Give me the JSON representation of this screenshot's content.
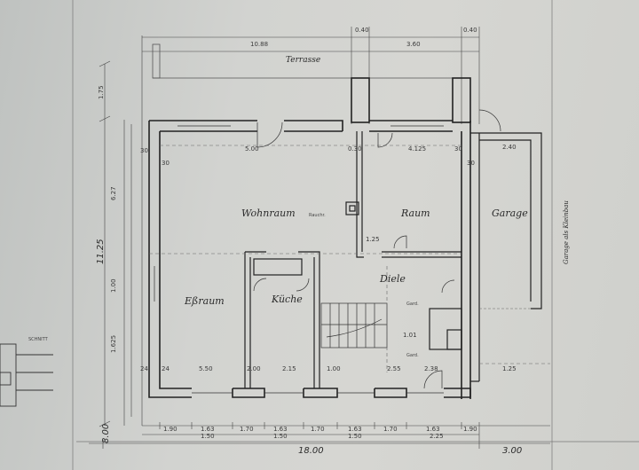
{
  "rooms": {
    "terrasse": "Terrasse",
    "wohnraum": "Wohnraum",
    "raum": "Raum",
    "garage": "Garage",
    "essraum": "Eßraum",
    "kueche": "Küche",
    "diele": "Diele"
  },
  "annotations": {
    "kamin": "Rauchr.",
    "garderobe": "Gard.",
    "garage_note": "Garage als Kleinbau",
    "schnitt": "SCHNITT"
  },
  "dimensions": {
    "total_width": "18.00",
    "garage_width": "3.00",
    "left_bottom": "8.00",
    "total_height": "11.25",
    "upper_height": "1.75",
    "bottom_row": [
      "1.90",
      "1.63",
      "1.70",
      "1.63",
      "1.70",
      "1.63",
      "1.70",
      "1.63",
      "1.90"
    ],
    "bottom_sub": [
      "1.50",
      "1.50",
      "1.50",
      "2.25"
    ],
    "top_row": [
      "10.88",
      "0.40",
      "3.60",
      "0.40"
    ],
    "mid_row": [
      "5.00",
      "0.30",
      "4.125",
      "2.40"
    ],
    "lower_row": [
      "5.50",
      "2.00",
      "2.15",
      "1.00",
      "2.55",
      "2.38"
    ],
    "small": [
      "30",
      "30",
      "24",
      "24",
      "30",
      "30",
      "1.25",
      "1.01",
      "1.25"
    ],
    "left_vertical": [
      "6.27",
      "1.00",
      "1.625"
    ]
  }
}
